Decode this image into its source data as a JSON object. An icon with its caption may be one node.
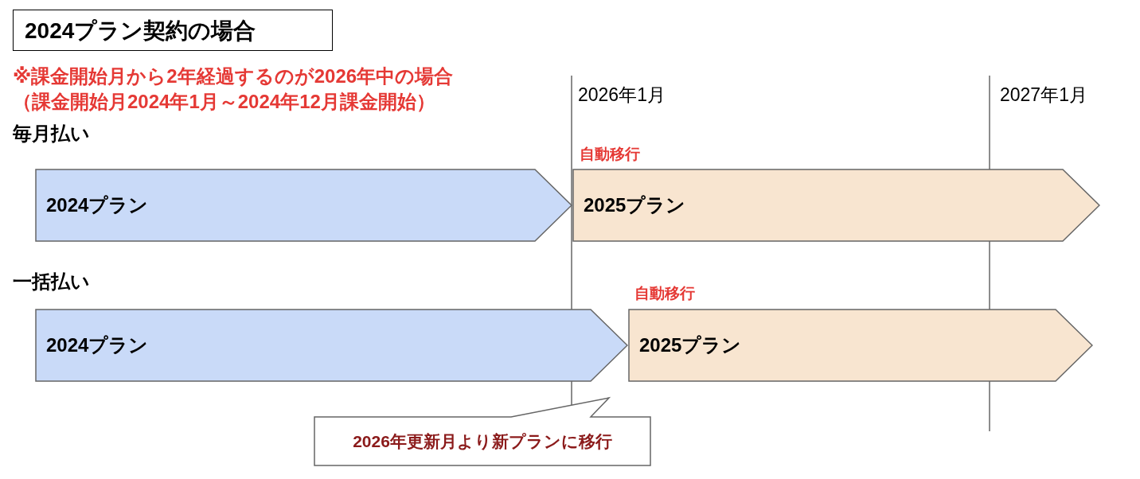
{
  "diagram": {
    "title": "2024プラン契約の場合",
    "nodes": [
      {
        "text": [
          "2024プラン"
        ]
      },
      {
        "text": [
          "2025プラン"
        ]
      },
      {
        "text": [
          "2024プラン"
        ]
      },
      {
        "text": [
          "2025プラン"
        ]
      },
      {
        "text": [
          "2026年更新月より新プランに移行"
        ]
      }
    ],
    "labels": [
      "※課金開始月から2年経過するのが2026年中の場合",
      "（課金開始月2024年1月～2024年12月課金開始）",
      "2026年1月",
      "2027年1月",
      "毎月払い",
      "自動移行",
      "一括払い",
      "自動移行"
    ]
  }
}
